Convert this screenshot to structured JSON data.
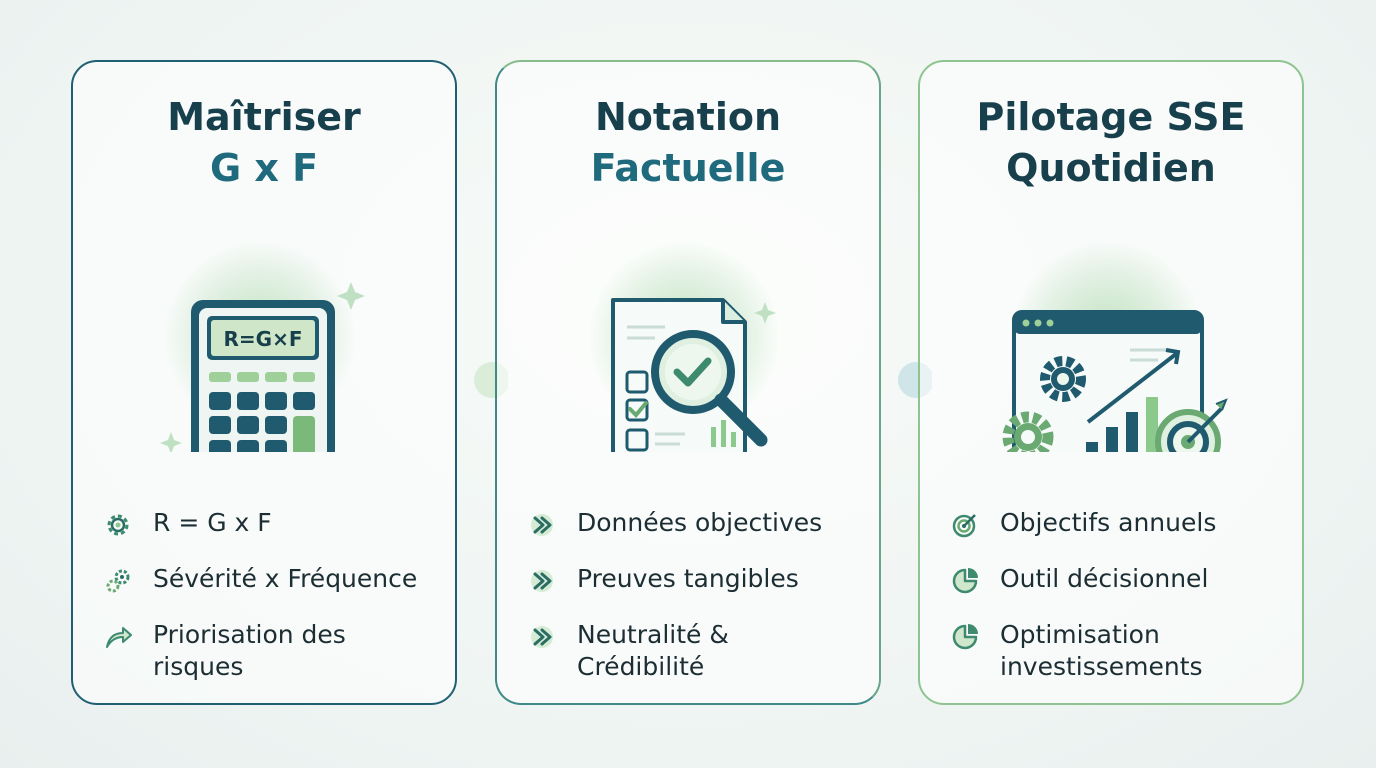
{
  "cards": [
    {
      "title_line1": "Maîtriser",
      "title_line2": "G x F",
      "icon": "calculator-icon",
      "display": "R=G×F",
      "items": [
        {
          "icon": "gear-icon",
          "text": "R = G x F"
        },
        {
          "icon": "gears-icon",
          "text": "Sévérité x Fréquence"
        },
        {
          "icon": "arrow-share-icon",
          "text": "Priorisation des risques"
        }
      ]
    },
    {
      "title_line1": "Notation",
      "title_line2": "Factuelle",
      "icon": "document-magnifier-icon",
      "items": [
        {
          "icon": "chevron-icon",
          "text": "Données objectives"
        },
        {
          "icon": "chevron-icon",
          "text": "Preuves tangibles"
        },
        {
          "icon": "chevron-icon",
          "text": "Neutralité & Crédibilité"
        }
      ]
    },
    {
      "title_line1": "Pilotage SSE",
      "title_line2": "Quotidien",
      "icon": "dashboard-target-icon",
      "items": [
        {
          "icon": "target-icon",
          "text": "Objectifs annuels"
        },
        {
          "icon": "pie-chart-icon",
          "text": "Outil décisionnel"
        },
        {
          "icon": "pie-chart-icon",
          "text": "Optimisation investissements"
        }
      ]
    }
  ],
  "colors": {
    "navy": "#173f4c",
    "teal": "#1f6a7c",
    "green": "#6aaa72",
    "light_green": "#a8d4a4"
  }
}
